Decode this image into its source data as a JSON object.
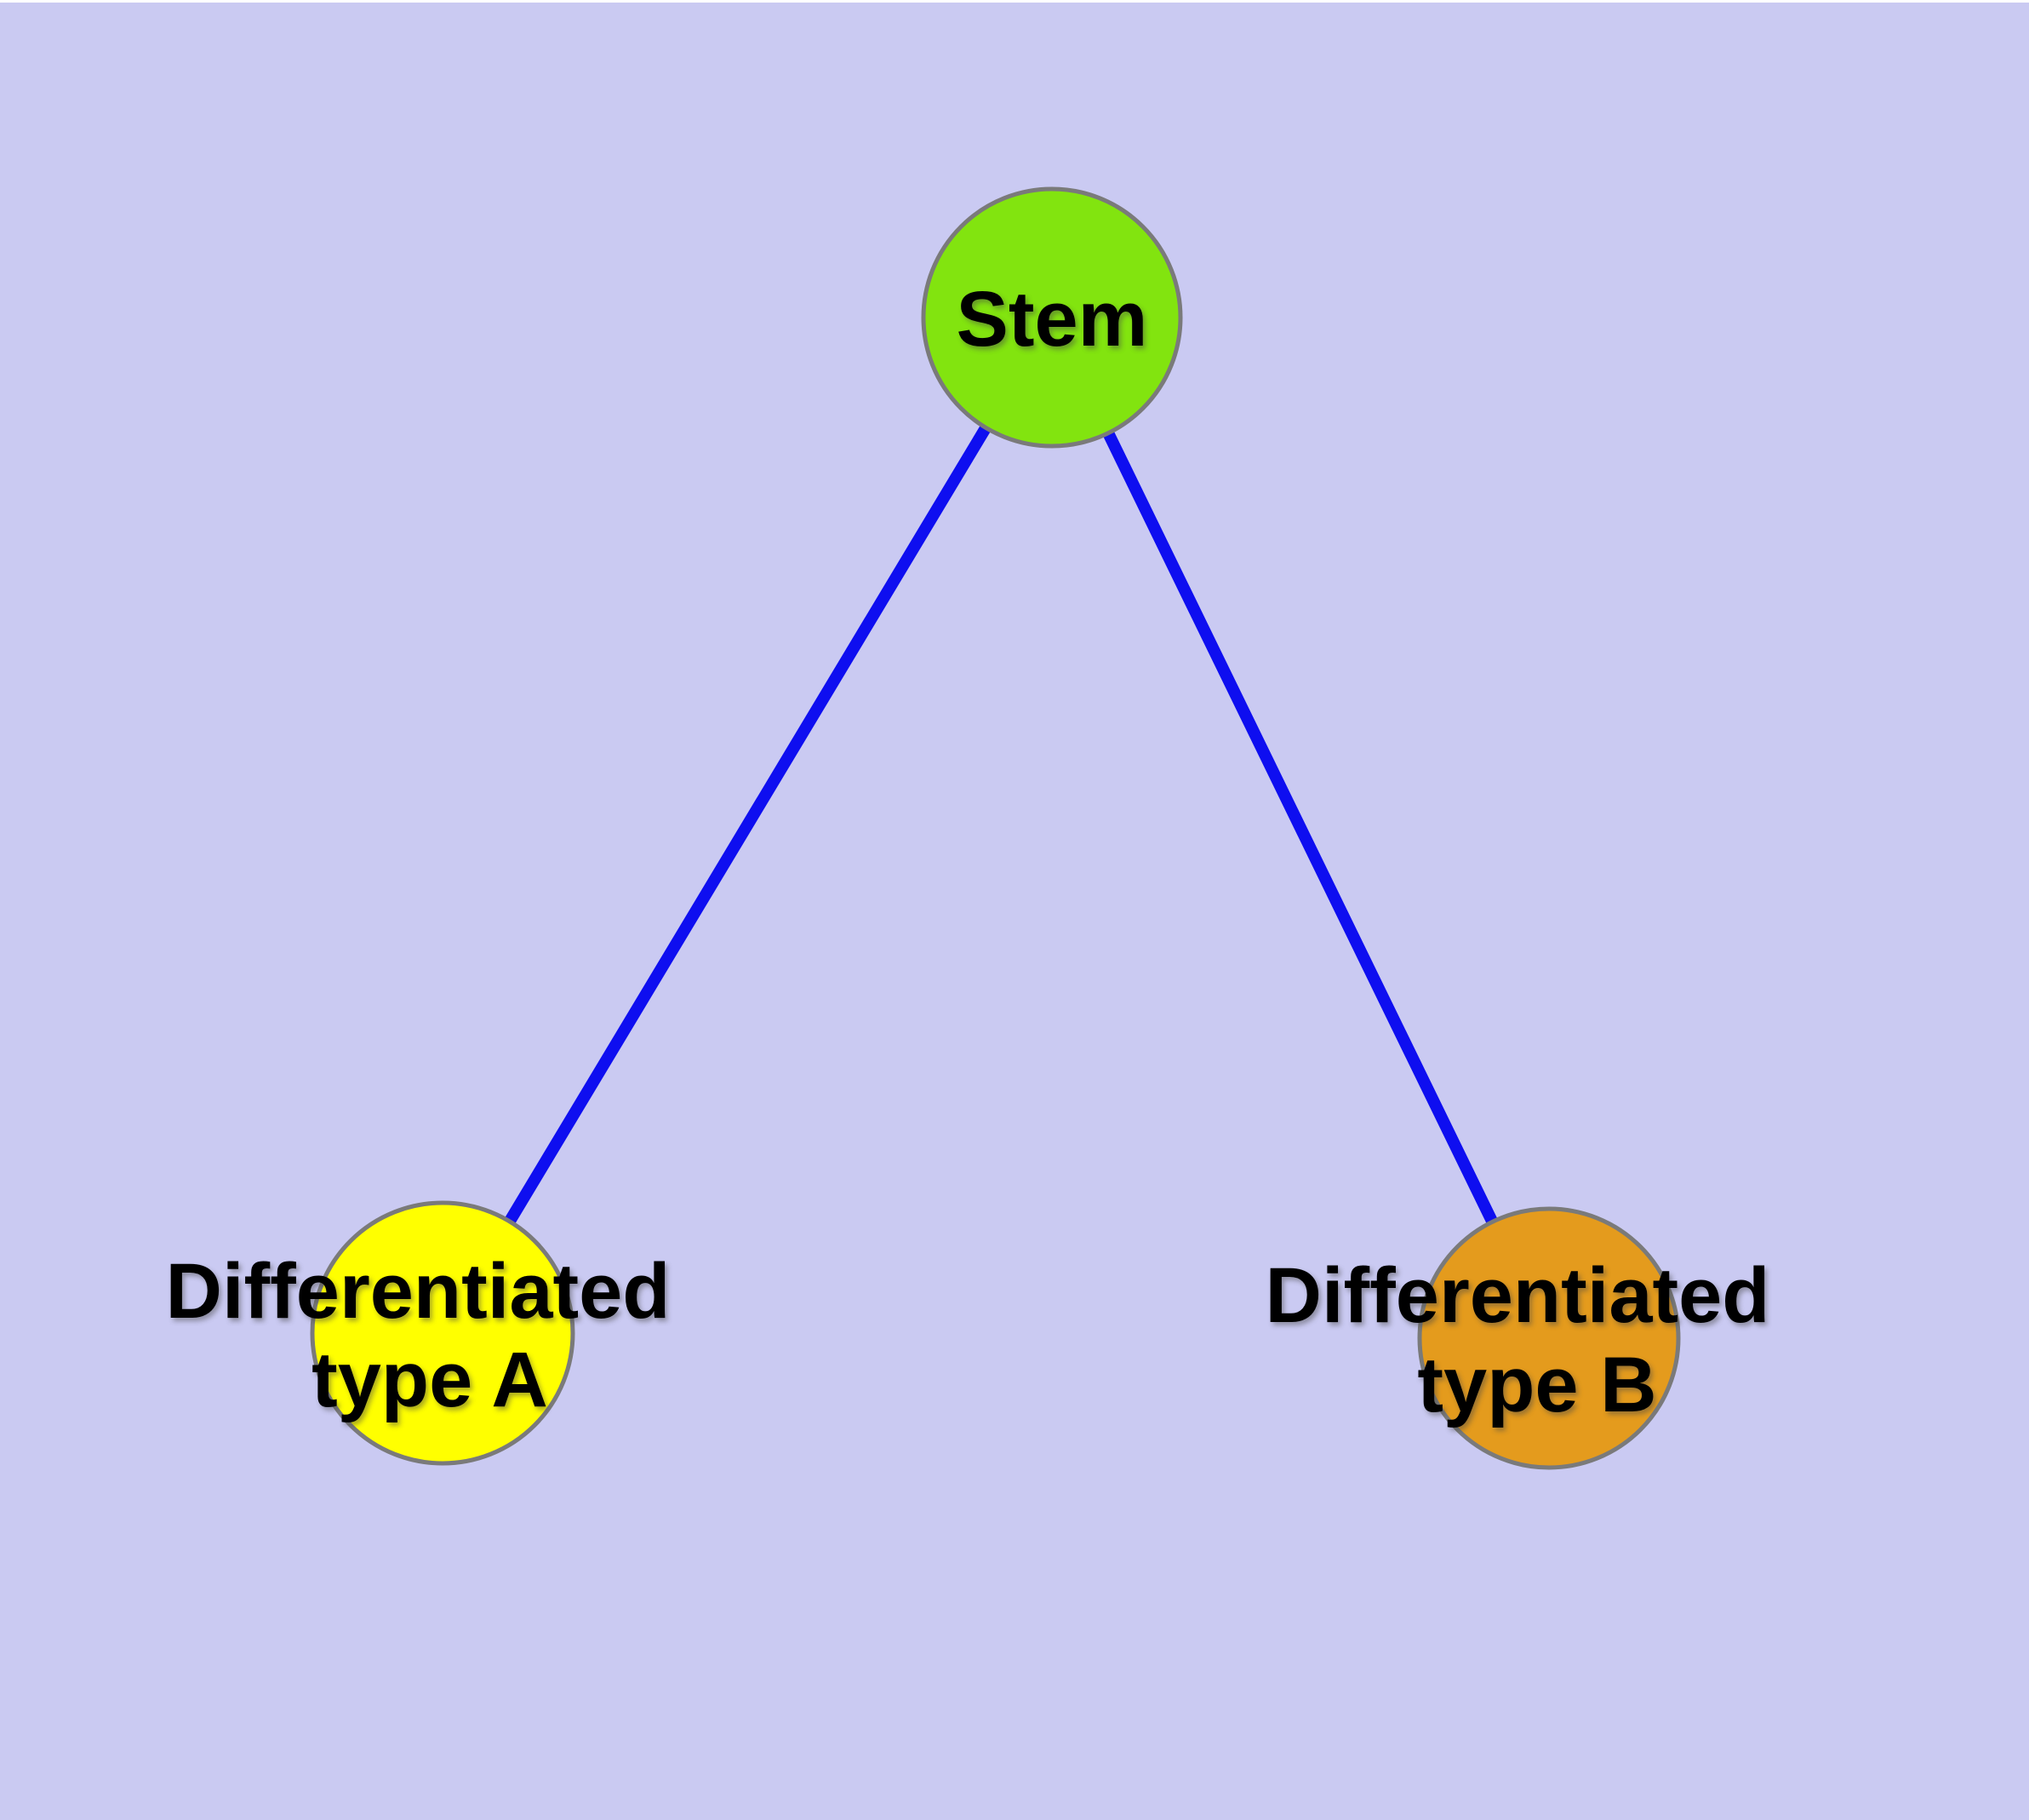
{
  "canvas": {
    "background": "#CACAF2",
    "top_margin_color": "#FFFFFF"
  },
  "graph": {
    "nodes": {
      "stem": {
        "label": "Stem",
        "fill": "#82E40F",
        "border": "#7A7A7A",
        "label_color": "#000000"
      },
      "type_a": {
        "label": "Differentiated type A",
        "line1": "Differentiated",
        "line2": "type A",
        "fill": "#FFFF00",
        "border": "#7A7A7A",
        "label_color": "#000000"
      },
      "type_b": {
        "label": "Differentiated type B",
        "line1": "Differentiated",
        "line2": "type B",
        "fill": "#E49B1D",
        "border": "#7A7A7A",
        "label_color": "#000000"
      }
    },
    "edges": {
      "color": "#0E0EF0",
      "list": [
        {
          "from": "Stem",
          "to": "Differentiated type A"
        },
        {
          "from": "Stem",
          "to": "Differentiated type B"
        }
      ]
    }
  }
}
